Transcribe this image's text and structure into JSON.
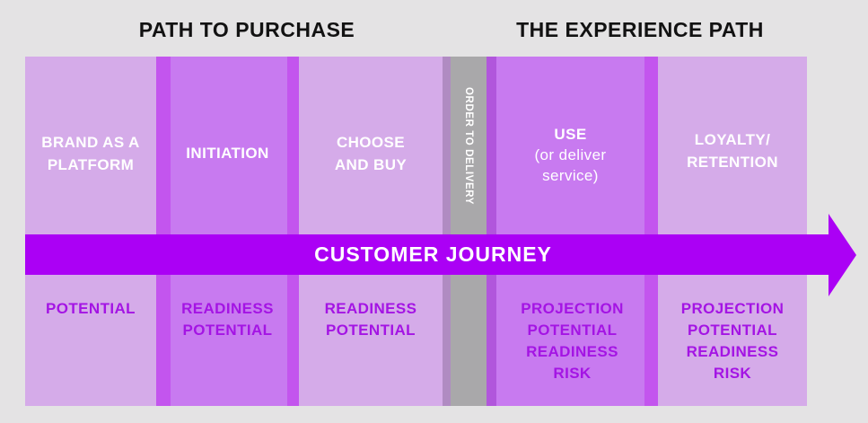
{
  "titles": {
    "left": "PATH TO PURCHASE",
    "right": "THE EXPERIENCE PATH"
  },
  "arrow": {
    "label": "CUSTOMER JOURNEY"
  },
  "columns": [
    {
      "name": "brand-as-a-platform",
      "stage": "BRAND AS A\nPLATFORM",
      "factors": "POTENTIAL",
      "fill": "#d5abe9"
    },
    {
      "name": "initiation",
      "stage": "INITIATION",
      "factors": "READINESS\nPOTENTIAL",
      "fill": "#c87af0"
    },
    {
      "name": "choose-and-buy",
      "stage": "CHOOSE\nAND BUY",
      "factors": "READINESS\nPOTENTIAL",
      "fill": "#d5abe9"
    },
    {
      "name": "order-to-delivery",
      "stage": "ORDER TO DELIVERY",
      "factors": "",
      "fill": "#a9a8aa"
    },
    {
      "name": "use",
      "stage_bold": "USE",
      "stage_note": "(or deliver\nservice)",
      "factors": "PROJECTION\nPOTENTIAL\nREADINESS\nRISK",
      "fill": "#c87af0"
    },
    {
      "name": "loyalty-retention",
      "stage": "LOYALTY/\nRETENTION",
      "factors": "PROJECTION\nPOTENTIAL\nREADINESS\nRISK",
      "fill": "#d5abe9"
    }
  ],
  "colors": {
    "background": "#e4e3e4",
    "column_light": "#d5abe9",
    "column_medium": "#c87af0",
    "column_divider": "#c355ee",
    "gray_column": "#a9a8aa",
    "gray_column_left_edge": "#b08bc2",
    "gray_column_right_edge": "#b156dc",
    "arrow": "#ab00f5",
    "factor_text": "#a414e4",
    "stage_text": "#ffffff",
    "title_text": "#121212"
  }
}
